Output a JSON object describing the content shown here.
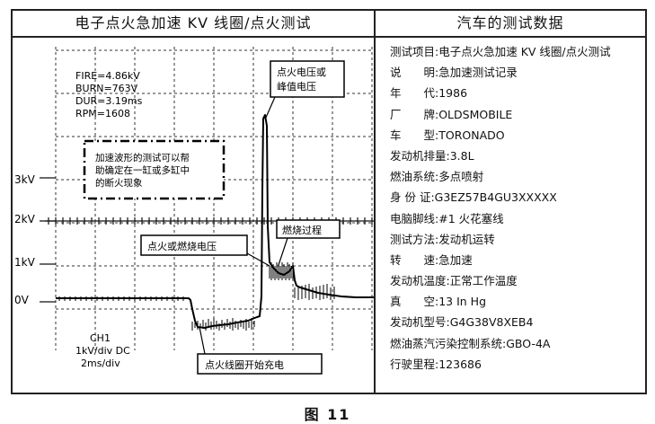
{
  "left_panel": {
    "title": "电子点火急加速 KV 线圈/点火测试",
    "scope": {
      "readings": [
        "FIRE=4.86kV",
        "BURN=763V",
        "DUR=3.19ms",
        "RPM=1608"
      ],
      "y_ticks": [
        "3kV",
        "2kV",
        "1kV",
        "0V"
      ],
      "channel": [
        "CH1",
        "1kV/div DC",
        "2ms/div"
      ],
      "note_box": [
        "加速波形的测试可以帮",
        "助确定在一缸或多缸中",
        "的断火现象"
      ],
      "callouts": {
        "peak": [
          "点火电压或",
          "峰值电压"
        ],
        "burn": "燃烧过程",
        "spark": "点火或燃烧电压",
        "charge": "点火线圈开始充电"
      }
    }
  },
  "right_panel": {
    "title": "汽车的测试数据",
    "rows": [
      {
        "label": "测试项目:",
        "value": "电子点火急加速 KV 线圈/点火测试"
      },
      {
        "label": "说　　明:",
        "value": "急加速测试记录"
      },
      {
        "label": "年　　代:",
        "value": "1986"
      },
      {
        "label": "厂　　牌:",
        "value": "OLDSMOBILE"
      },
      {
        "label": "车　　型:",
        "value": "TORONADO"
      },
      {
        "label": "发动机排量:",
        "value": "3.8L"
      },
      {
        "label": "燃油系统:",
        "value": "多点喷射"
      },
      {
        "label": "身 份 证:",
        "value": "G3EZ57B4GU3XXXXX"
      },
      {
        "label": "电脑脚线:",
        "value": "#1 火花塞线"
      },
      {
        "label": "测试方法:",
        "value": "发动机运转"
      },
      {
        "label": "转　　速:",
        "value": "急加速"
      },
      {
        "label": "发动机温度:",
        "value": "正常工作温度"
      },
      {
        "label": "真　　空:",
        "value": "13 In Hg"
      },
      {
        "label": "发动机型号:",
        "value": "G4G38V8XEB4"
      },
      {
        "label": "燃油蒸汽污染控制系统:",
        "value": "GBO-4A"
      },
      {
        "label": "行驶里程:",
        "value": "123686"
      }
    ]
  },
  "caption": "图 11"
}
